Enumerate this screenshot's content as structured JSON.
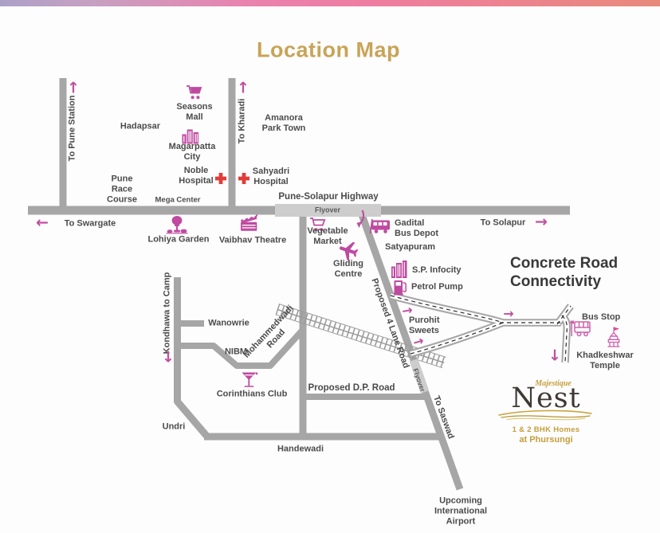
{
  "title": "Location Map",
  "headline": "Concrete Road\nConnectivity",
  "glyphs": {
    "up": "↑",
    "down": "↓",
    "left": "←",
    "right": "→"
  },
  "colors": {
    "accent_pink": "#c0509e",
    "road_gray": "#a6a6a6",
    "flyover_gray": "#cdcdcd",
    "title_gold": "#c8a458",
    "logo_gold": "#c49e3c",
    "hospital_red": "#e23c38",
    "label_text": "#4b4b4b",
    "headline_text": "#383838"
  },
  "roads": {
    "to_pune_station": "To Pune Station",
    "to_kharadi": "To Kharadi",
    "pune_solapur_highway": "Pune-Solapur Highway",
    "flyover_highway": "Flyover",
    "flyover_rail": "Flyover",
    "to_swargate": "To Swargate",
    "to_solapur": "To Solapur",
    "kondhawa_to_camp": "Kondhawa to Camp",
    "mohammedwadi": "Mohammedwadi\nRoad",
    "proposed_4_lane": "Proposed 4 Lane Road",
    "proposed_dp": "Proposed D.P. Road",
    "to_saswad": "To Saswad"
  },
  "places": {
    "seasons_mall": "Seasons\nMall",
    "hadapsar": "Hadapsar",
    "magarpatta_city": "Magarpatta\nCity",
    "noble_hospital": "Noble\nHospital",
    "sahyadri_hospital": "Sahyadri\nHospital",
    "amanora": "Amanora\nPark Town",
    "pune_race_course": "Pune\nRace\nCourse",
    "mega_center": "Mega Center",
    "lohiya_garden": "Lohiya Garden",
    "vaibhav_theatre": "Vaibhav Theatre",
    "vegetable_market": "Vegetable\nMarket",
    "gadital_bus_depot": "Gadital\nBus Depot",
    "satyapuram": "Satyapuram",
    "sp_infocity": "S.P. Infocity",
    "petrol_pump": "Petrol Pump",
    "gliding_centre": "Gliding\nCentre",
    "purohit_sweets": "Purohit\nSweets",
    "bus_stop": "Bus Stop",
    "khadkeshwar_temple": "Khadkeshwar\nTemple",
    "wanowrie": "Wanowrie",
    "nibm": "NIBM",
    "corinthians_club": "Corinthians Club",
    "undri": "Undri",
    "handewadi": "Handewadi",
    "airport": "Upcoming\nInternational\nAirport"
  },
  "logo": {
    "brand": "Majestique",
    "name": "Nest",
    "line1": "1 & 2 BHK Homes",
    "line2": "at Phursungi"
  },
  "icons": {
    "seasons_mall": "shopping-cart-icon",
    "magarpatta_city": "buildings-icon",
    "noble_hospital": "hospital-cross-icon",
    "sahyadri_hospital": "hospital-cross-icon",
    "lohiya_garden": "tree-icon",
    "vaibhav_theatre": "clapperboard-icon",
    "vegetable_market": "shopping-cart-icon",
    "gadital_bus_depot": "bus-icon",
    "gliding_centre": "airplane-icon",
    "sp_infocity": "buildings-icon",
    "petrol_pump": "fuel-pump-icon",
    "corinthians_club": "martini-icon",
    "bus_stop": "bus-outline-icon",
    "khadkeshwar_temple": "temple-flag-icon"
  }
}
